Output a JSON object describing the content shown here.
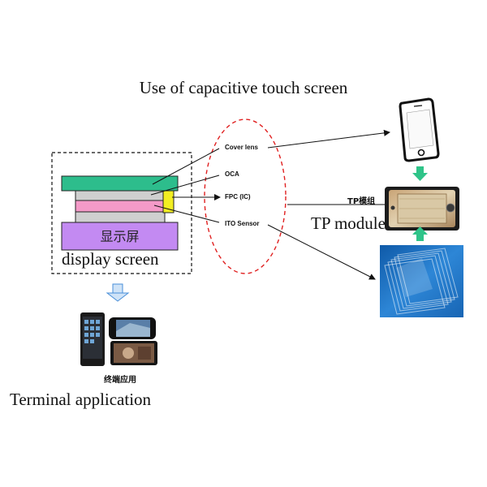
{
  "title": "Use of capacitive touch screen",
  "display": {
    "chinese_label": "显示屏",
    "english_label": "display screen"
  },
  "layers": [
    {
      "label": "Cover lens"
    },
    {
      "label": "OCA"
    },
    {
      "label": "FPC (IC)"
    },
    {
      "label": "ITO Sensor"
    }
  ],
  "tp_module": {
    "chinese_label": "TP模组",
    "english_label": "TP module"
  },
  "terminal": {
    "chinese_label": "终端应用",
    "english_label": "Terminal application"
  },
  "colors": {
    "cover_lens": "#2dbd8c",
    "oca": "#cfcfcf",
    "ito_sensor": "#f49ac8",
    "fpc_ic": "#f2ee22",
    "display": "#c38af2",
    "dashed_border": "#111111",
    "ellipse": "#e02020",
    "green_arrow": "#2fc489",
    "blue_arrow": "#4a8fd8",
    "film_bg": "#1e6fc0"
  },
  "icons": [
    "smartphone-outline-icon",
    "touch-panel-photo",
    "sensor-film-stack-image",
    "terminal-devices-image",
    "down-arrow-icon",
    "up-arrow-icon"
  ]
}
